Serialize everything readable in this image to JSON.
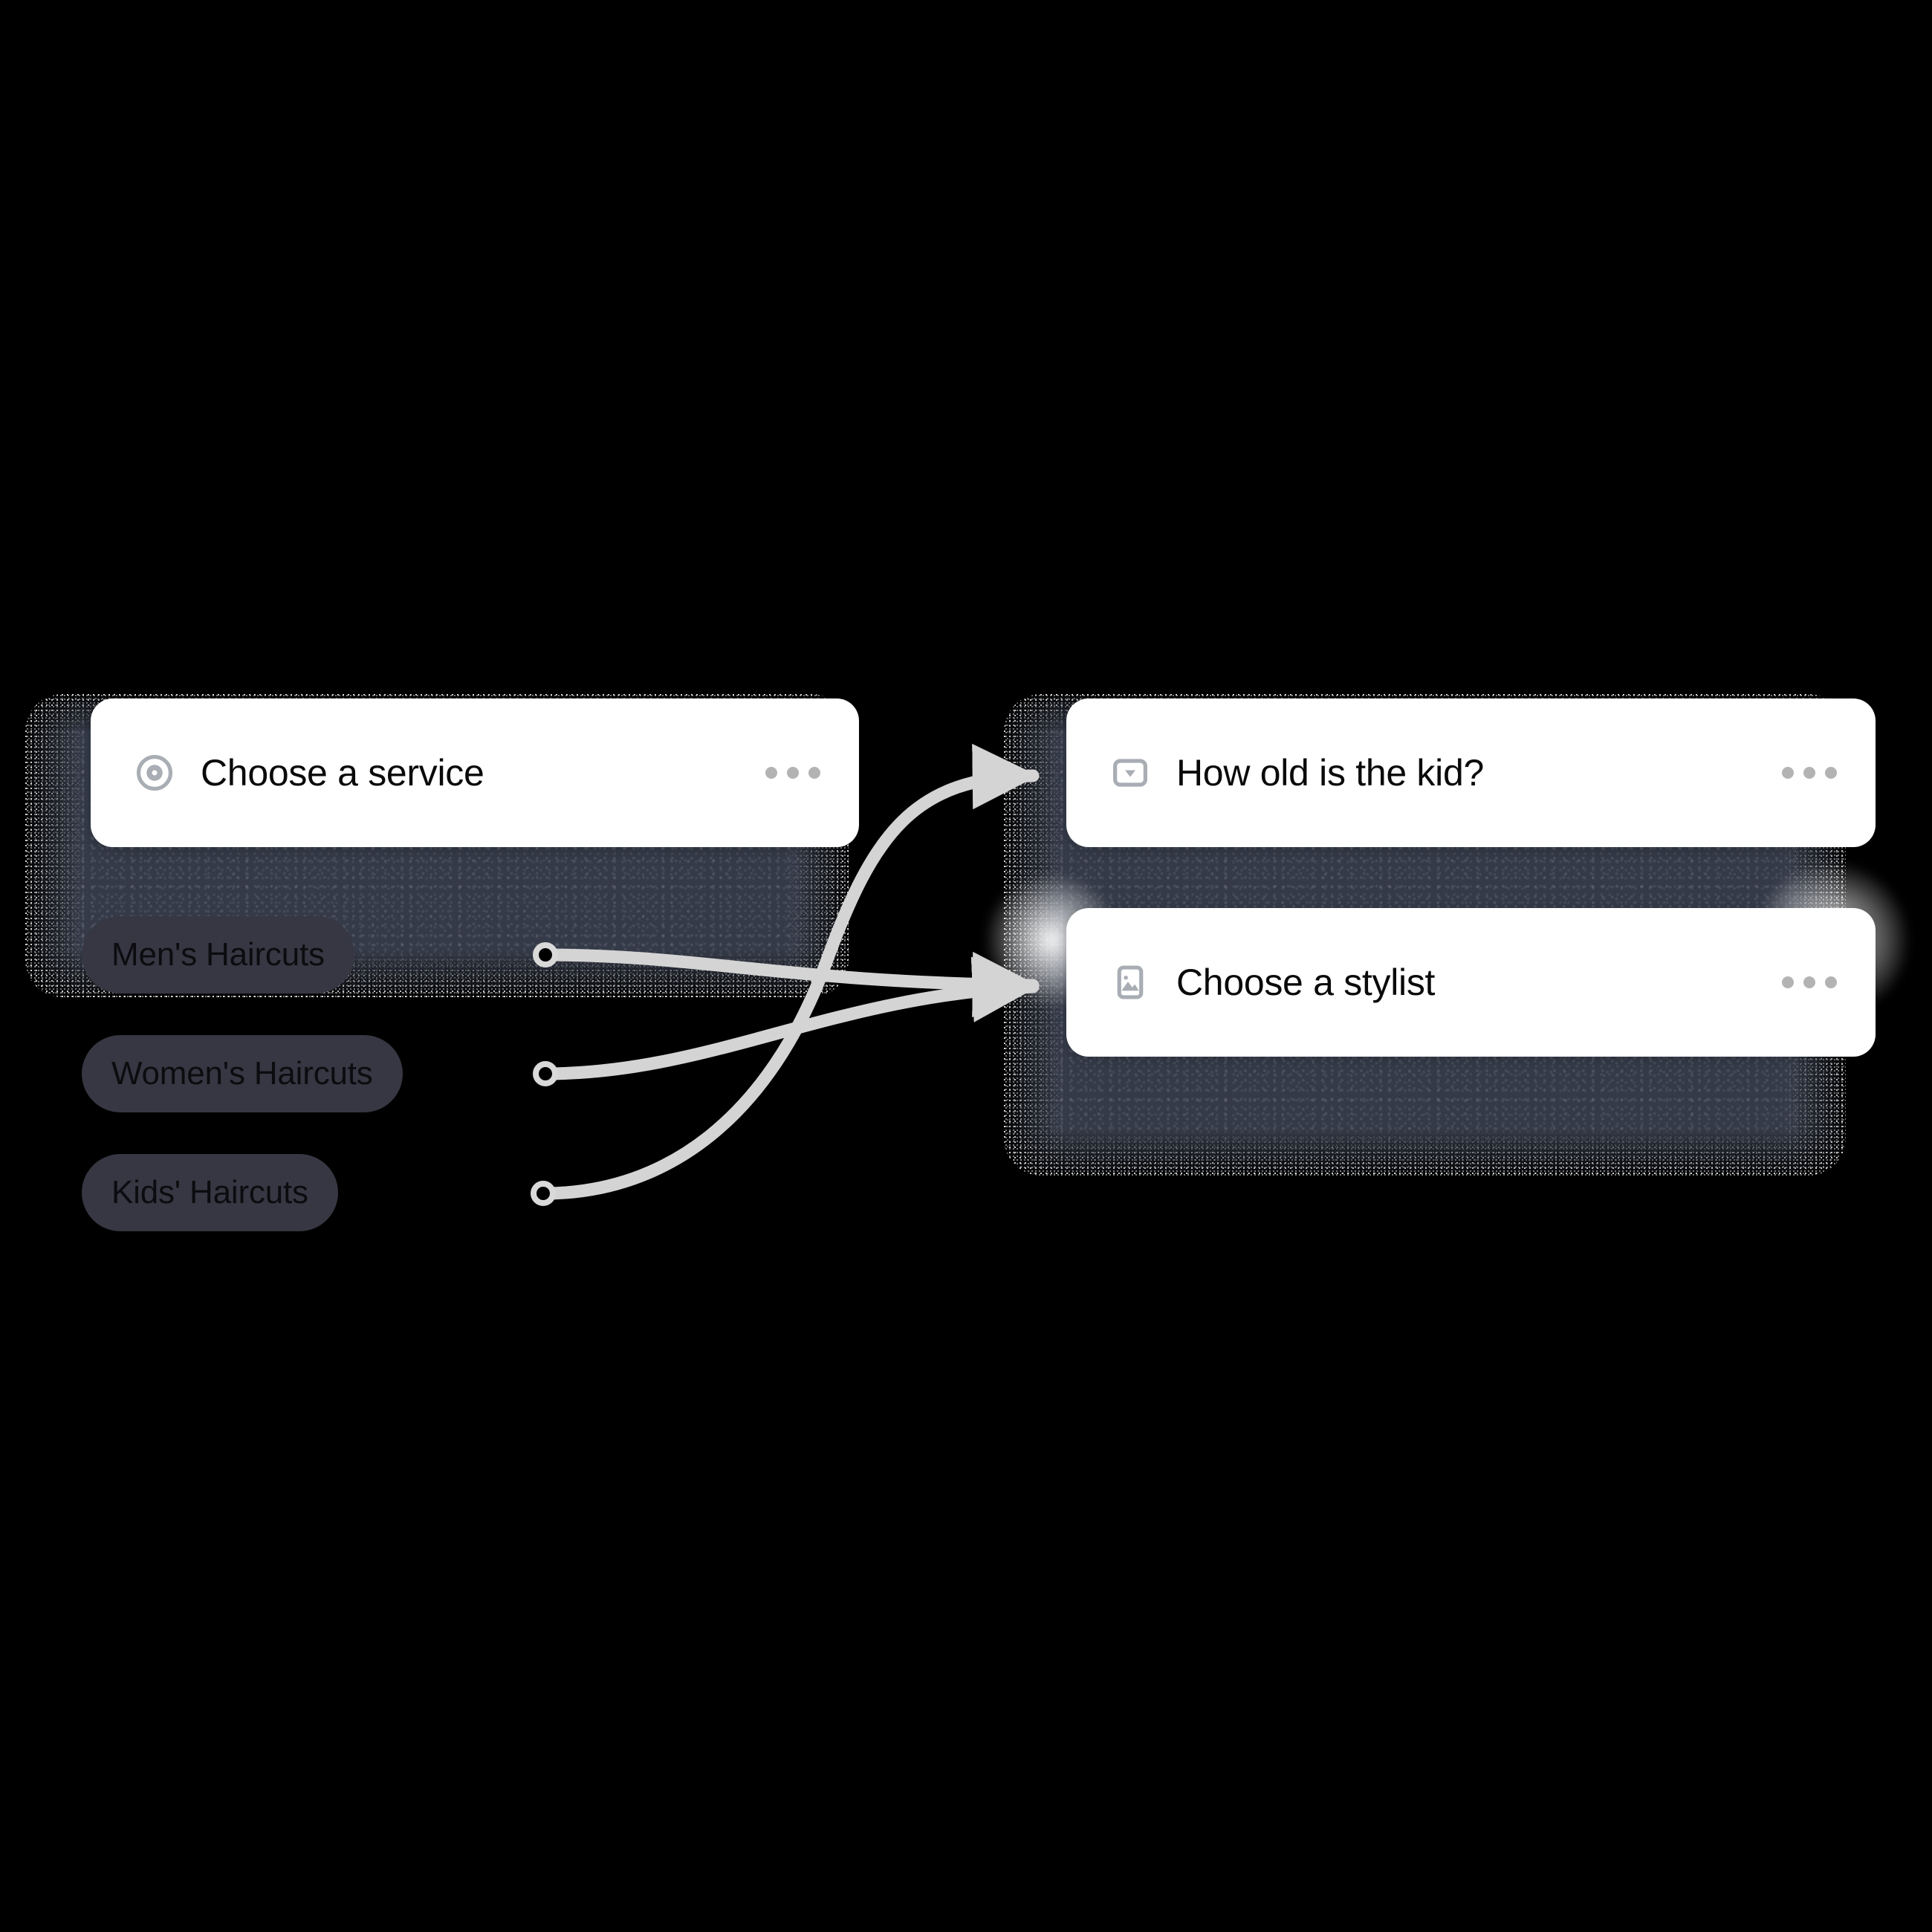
{
  "canvas": {
    "background_color": "#000000",
    "node_group_color": "#343a48",
    "card_color": "#ffffff",
    "pill_color": "#373743",
    "edge_color": "#d9d9d9",
    "icon_color": "#a9adb4"
  },
  "groups": [
    {
      "id": "service-group",
      "cards": [
        {
          "id": "choose-a-service",
          "title": "Choose a service",
          "icon": "radio-target-icon",
          "menu": "more-options-icon"
        }
      ],
      "options": [
        {
          "id": "mens-haircuts",
          "label": "Men's Haircuts"
        },
        {
          "id": "womens-haircuts",
          "label": "Women's Haircuts"
        },
        {
          "id": "kids-haircuts",
          "label": "Kids' Haircuts"
        }
      ]
    },
    {
      "id": "followup-group",
      "cards": [
        {
          "id": "how-old-is-the-kid",
          "title": "How old is the kid?",
          "icon": "dropdown-select-icon",
          "menu": "more-options-icon"
        },
        {
          "id": "choose-a-stylist",
          "title": "Choose a stylist",
          "icon": "image-picker-icon",
          "menu": "more-options-icon"
        }
      ]
    }
  ],
  "connections": [
    {
      "id": "edge-mens-to-stylist",
      "from": "mens-haircuts",
      "to": "choose-a-stylist"
    },
    {
      "id": "edge-womens-to-stylist",
      "from": "womens-haircuts",
      "to": "choose-a-stylist"
    },
    {
      "id": "edge-kids-to-age",
      "from": "kids-haircuts",
      "to": "how-old-is-the-kid"
    }
  ]
}
